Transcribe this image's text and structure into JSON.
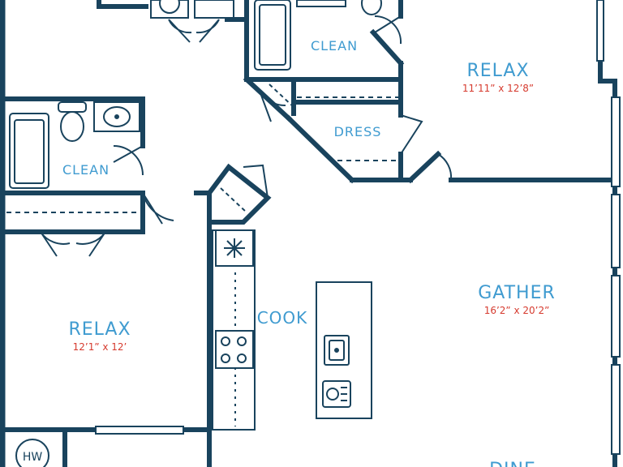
{
  "colors": {
    "wall": "#19435d",
    "label": "#3f9bd0",
    "dimension": "#d63b2f",
    "fixture": "#19435d",
    "background": "#ffffff"
  },
  "rooms": {
    "relax_top": {
      "name": "RELAX",
      "dims": "11’11” x 12’8”"
    },
    "clean_top": {
      "name": "CLEAN"
    },
    "dress": {
      "name": "DRESS"
    },
    "clean_left": {
      "name": "CLEAN"
    },
    "gather": {
      "name": "GATHER",
      "dims": "16’2” x 20’2”"
    },
    "cook": {
      "name": "COOK"
    },
    "relax_left": {
      "name": "RELAX",
      "dims": "12’1” x 12’"
    },
    "dine": {
      "name": "DINE"
    }
  },
  "fixtures": {
    "water_heater": "HW"
  }
}
